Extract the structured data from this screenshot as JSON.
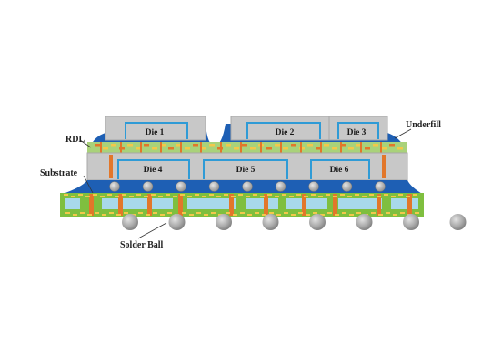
{
  "labels": {
    "rdl": "RDL",
    "substrate": "Substrate",
    "underfill": "Underfill",
    "solder_ball": "Solder Ball"
  },
  "dies": {
    "die1": "Die 1",
    "die2": "Die 2",
    "die3": "Die 3",
    "die4": "Die 4",
    "die5": "Die 5",
    "die6": "Die 6"
  },
  "colors": {
    "die_gray": "#c8c8c8",
    "die_border": "#a8a8a8",
    "circuit_blue": "#2f9bd6",
    "underfill_blue": "#1e5fb4",
    "rdl_green": "#a9d27a",
    "substrate_green": "#7fbf3f",
    "substrate_core": "#a8d9ea",
    "via_orange": "#e2772a",
    "trace_yellow": "#f3c84b",
    "solder_gray": "#a5a5a5"
  }
}
